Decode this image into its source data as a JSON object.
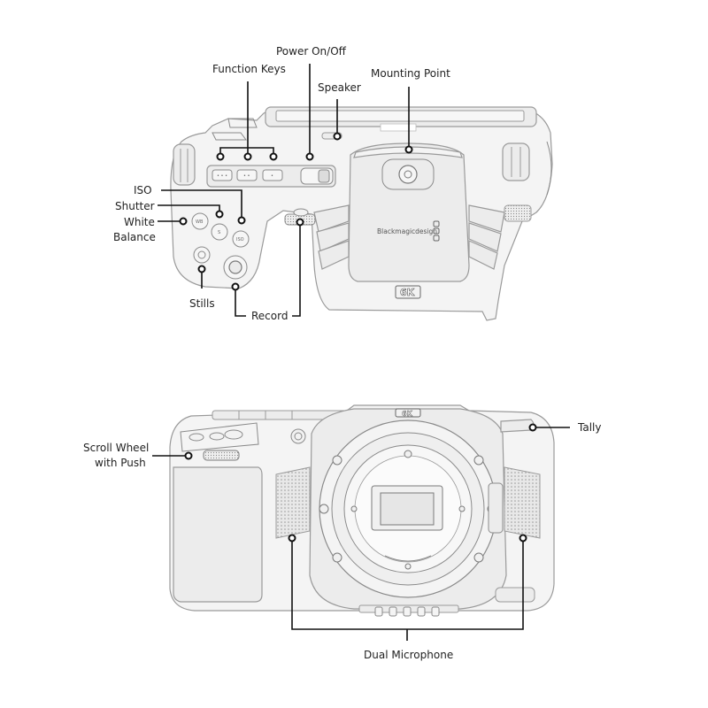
{
  "top_view": {
    "labels": {
      "power": "Power On/Off",
      "function_keys": "Function Keys",
      "speaker": "Speaker",
      "mounting_point": "Mounting Point",
      "iso": "ISO",
      "shutter": "Shutter",
      "white": "White",
      "balance": "Balance",
      "stills": "Stills",
      "record": "Record"
    },
    "brand": "Blackmagicdesign",
    "badge": "6K",
    "buttons": {
      "wb": "WB",
      "s": "S",
      "iso": "ISO"
    }
  },
  "front_view": {
    "labels": {
      "scroll_wheel_line1": "Scroll Wheel",
      "scroll_wheel_line2": "with Push",
      "tally": "Tally",
      "dual_microphone": "Dual Microphone"
    },
    "badge": "6K"
  }
}
